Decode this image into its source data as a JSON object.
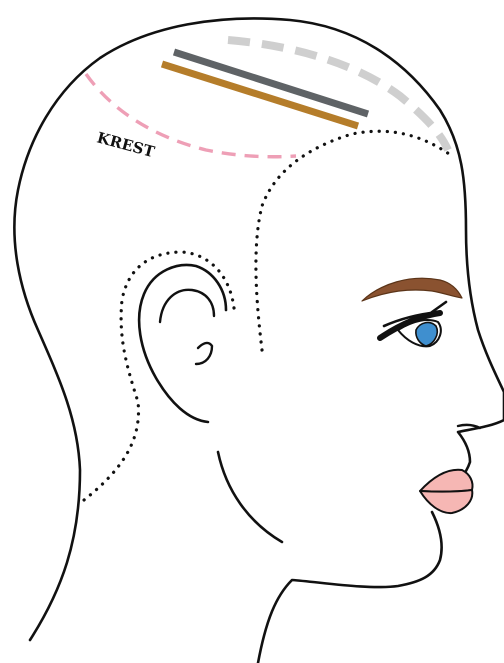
{
  "labels": {
    "crest": "KREST"
  },
  "colors": {
    "outline": "#111111",
    "section_line_dark": "#5f6366",
    "section_line_gold": "#b57d2a",
    "section_line_gray_dashed": "#cfcfcf",
    "crest_line_pink": "#ee9fb6",
    "eyebrow": "#8a5230",
    "iris": "#3f8fcf",
    "lips": "#f6b7b4"
  },
  "icons": {
    "head": "head-profile-outline",
    "ear": "ear-outline",
    "eye": "eye-with-lashes",
    "brow": "eyebrow-shape",
    "lips": "lips-shape"
  }
}
